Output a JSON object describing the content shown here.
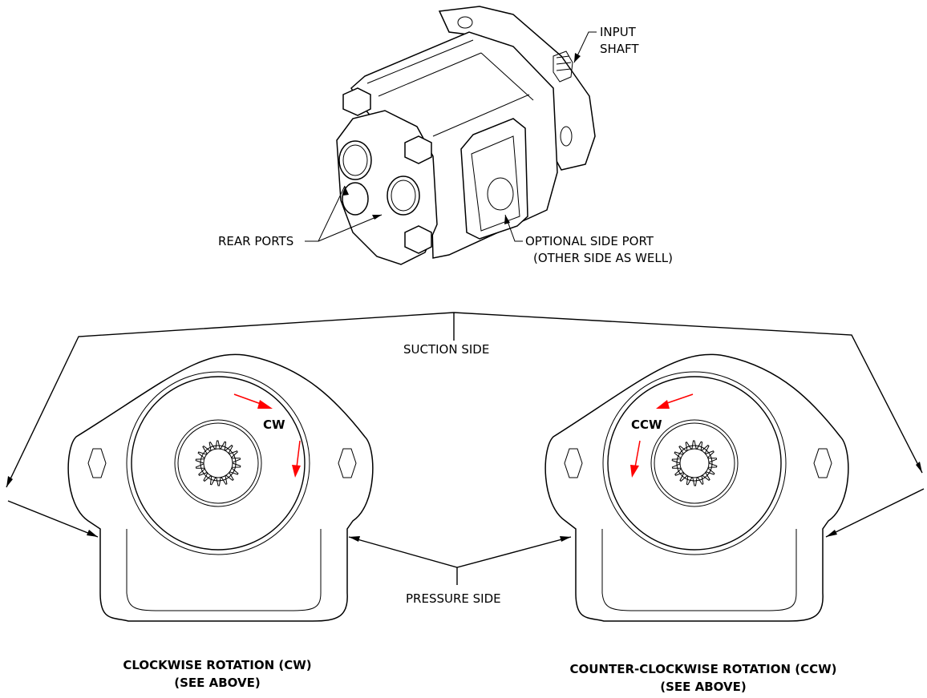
{
  "callouts": {
    "input_shaft": [
      "INPUT",
      "SHAFT"
    ],
    "rear_ports": "REAR PORTS",
    "side_port": [
      "OPTIONAL SIDE PORT",
      "(OTHER SIDE AS WELL)"
    ],
    "suction_side": "SUCTION SIDE",
    "pressure_side": "PRESSURE SIDE"
  },
  "views": [
    {
      "rotation_label": "CW",
      "caption": [
        "CLOCKWISE ROTATION (CW)",
        "(SEE ABOVE)"
      ]
    },
    {
      "rotation_label": "CCW",
      "caption": [
        "COUNTER-CLOCKWISE ROTATION (CCW)",
        "(SEE ABOVE)"
      ]
    }
  ],
  "colors": {
    "line": "#000000",
    "rotation_arrow": "#ff0000",
    "background": "#ffffff"
  }
}
